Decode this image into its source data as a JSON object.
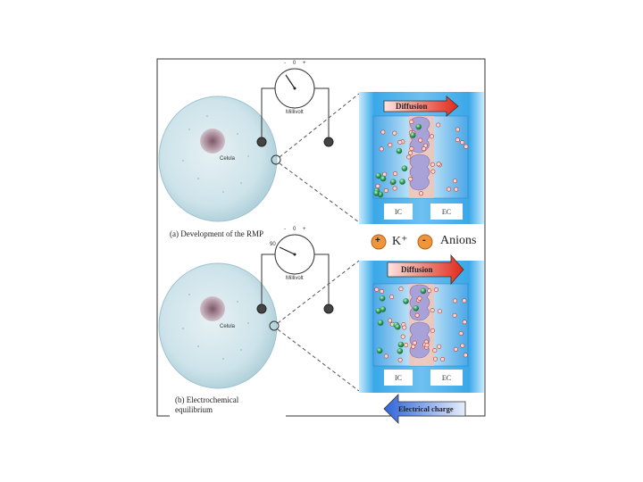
{
  "panel_a": {
    "caption": "(a) Development of the RMP",
    "cell_label": "Celula",
    "meter_label": "Millivolt",
    "meter_ticks": [
      "-",
      "0",
      "+"
    ],
    "arrow_label": "Diffusion",
    "ic_label": "IC",
    "ec_label": "EC"
  },
  "panel_b": {
    "caption_line1": "(b) Electrochemical",
    "caption_line2": "equilibrium",
    "cell_label": "Celula",
    "meter_label": "Millivolt",
    "meter_ticks": [
      "-",
      "0",
      "+"
    ],
    "meter_value": "90",
    "arrow_top_label": "Diffusion",
    "arrow_bottom_label": "Electrical charge",
    "ic_label": "IC",
    "ec_label": "EC"
  },
  "legend": {
    "cation_symbol": "+",
    "cation_label": "K⁺",
    "anion_symbol": "-",
    "anion_label": "Anions"
  },
  "colors": {
    "cell_fill": "#cde3ea",
    "nucleus": "#b59aa8",
    "panel_bg": "#3aa8e8",
    "panel_inner": "#8fd0f4",
    "channel": "#a8a2d8",
    "cation": "#2e9e58",
    "anion_dot": "#c0392b",
    "diffusion_arrow": "#e83a2a",
    "electrical_arrow": "#3a6fe0",
    "legend_circle": "#f0953a"
  }
}
